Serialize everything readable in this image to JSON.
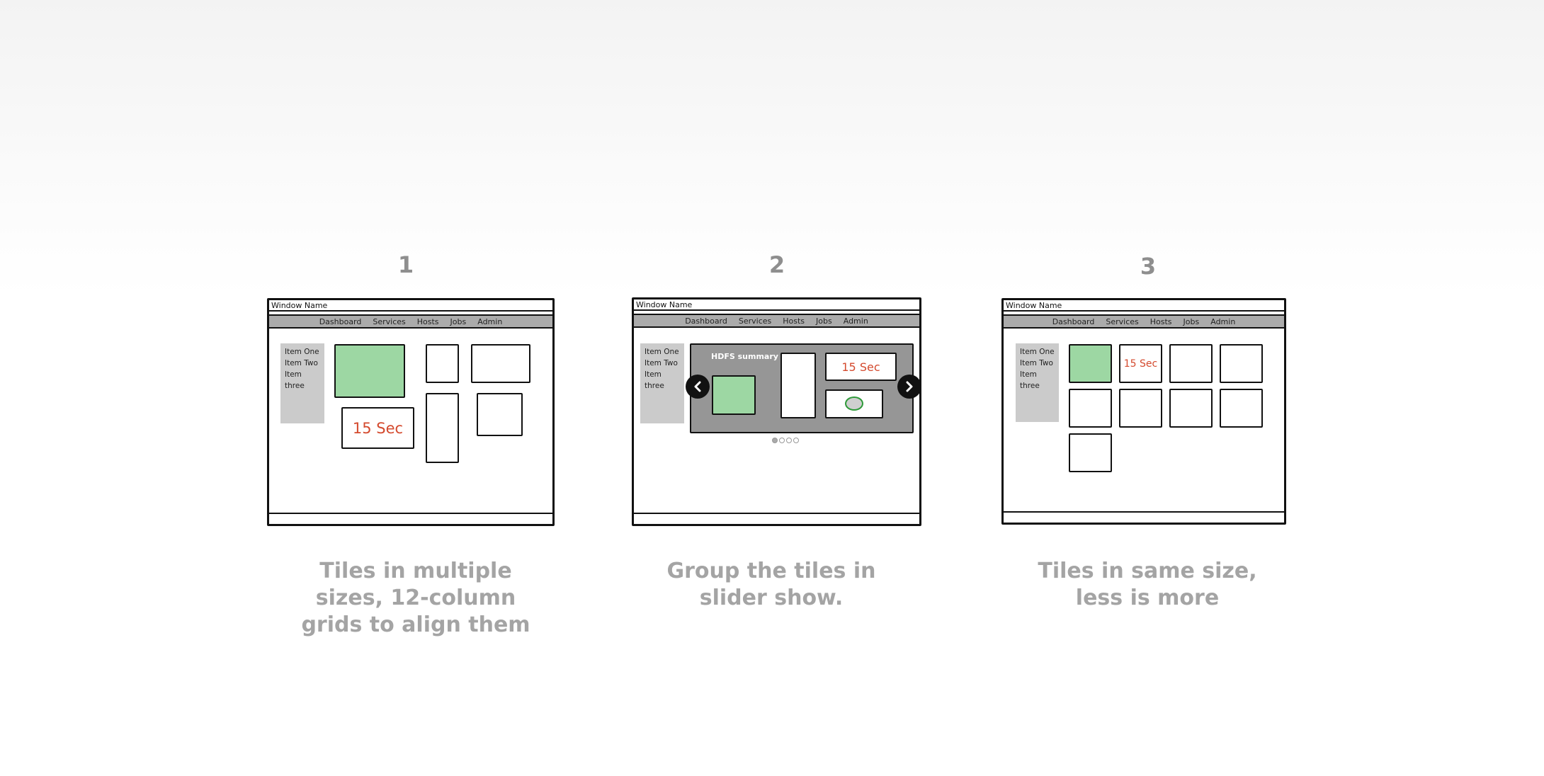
{
  "panels": [
    {
      "number": "1",
      "caption_lines": [
        "Tiles in multiple",
        "sizes, 12-column",
        "grids to align them"
      ],
      "window_name": "Window Name",
      "menu": [
        "Dashboard",
        "Services",
        "Hosts",
        "Jobs",
        "Admin"
      ],
      "sidebar_items": [
        "Item One",
        "Item Two",
        "Item three"
      ],
      "timer_label": "15 Sec"
    },
    {
      "number": "2",
      "caption_lines": [
        "Group the tiles in",
        "slider show."
      ],
      "window_name": "Window Name",
      "menu": [
        "Dashboard",
        "Services",
        "Hosts",
        "Jobs",
        "Admin"
      ],
      "sidebar_items": [
        "Item One",
        "Item Two",
        "Item three"
      ],
      "slider_title": "HDFS summary",
      "timer_label": "15 Sec",
      "slider_pages": 4,
      "slider_active_page": 1
    },
    {
      "number": "3",
      "caption_lines": [
        "Tiles in same size,",
        "less is more"
      ],
      "window_name": "Window Name",
      "menu": [
        "Dashboard",
        "Services",
        "Hosts",
        "Jobs",
        "Admin"
      ],
      "sidebar_items": [
        "Item One",
        "Item Two",
        "Item three"
      ],
      "timer_label": "15 Sec"
    }
  ],
  "colors": {
    "tile_green": "#9dd7a3",
    "timer_red": "#d44a2e",
    "menubar_gray": "#ababab",
    "sidebar_gray": "#cbcbcb",
    "slider_gray": "#969696",
    "caption_gray": "#a4a4a4"
  },
  "icons": [
    "chevron-left-icon",
    "chevron-right-icon"
  ]
}
